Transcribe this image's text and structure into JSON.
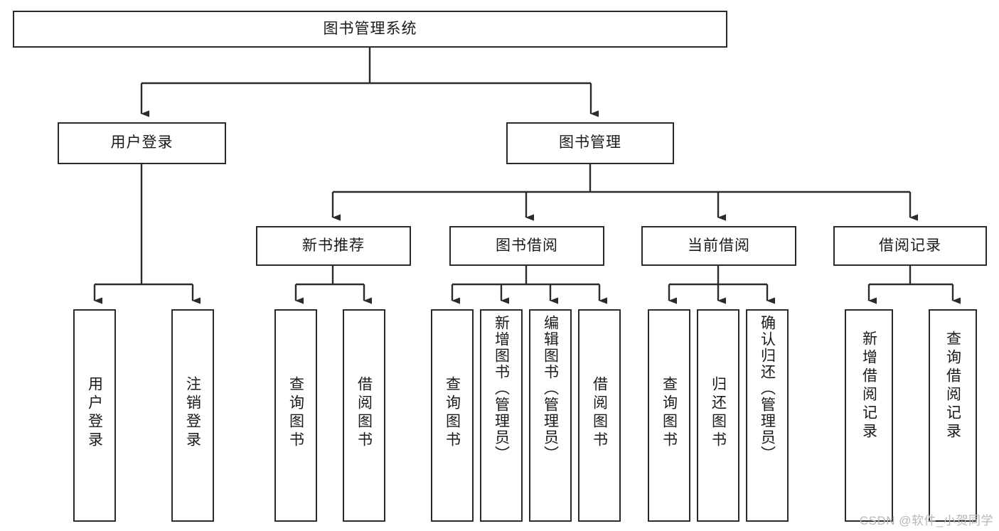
{
  "diagram": {
    "type": "tree-hierarchy-chart",
    "title_node": "图书管理系统",
    "colors": {
      "border": "#2b2b2b",
      "background": "#ffffff",
      "text": "#1a1a1a",
      "edge": "#2b2b2b",
      "watermark": "#b8b8b8"
    },
    "levels": {
      "root": {
        "label": "图书管理系统"
      },
      "level2": [
        {
          "label": "用户登录"
        },
        {
          "label": "图书管理"
        }
      ],
      "level3": [
        {
          "label": "新书推荐"
        },
        {
          "label": "图书借阅"
        },
        {
          "label": "当前借阅"
        },
        {
          "label": "借阅记录"
        }
      ],
      "leaves": {
        "user_login": [
          {
            "label": "用户登录"
          },
          {
            "label": "注销登录"
          }
        ],
        "new_book_recommend": [
          {
            "label": "查询图书"
          },
          {
            "label": "借阅图书"
          }
        ],
        "book_borrow": [
          {
            "label": "查询图书"
          },
          {
            "label": "新增图书（管理员）"
          },
          {
            "label": "编辑图书（管理员）"
          },
          {
            "label": "借阅图书"
          }
        ],
        "current_borrow": [
          {
            "label": "查询图书"
          },
          {
            "label": "归还图书"
          },
          {
            "label": "确认归还（管理员）"
          }
        ],
        "borrow_record": [
          {
            "label": "新增借阅记录"
          },
          {
            "label": "查询借阅记录"
          }
        ]
      }
    }
  },
  "watermark": {
    "text": "CSDN @软件_小贺同学"
  }
}
